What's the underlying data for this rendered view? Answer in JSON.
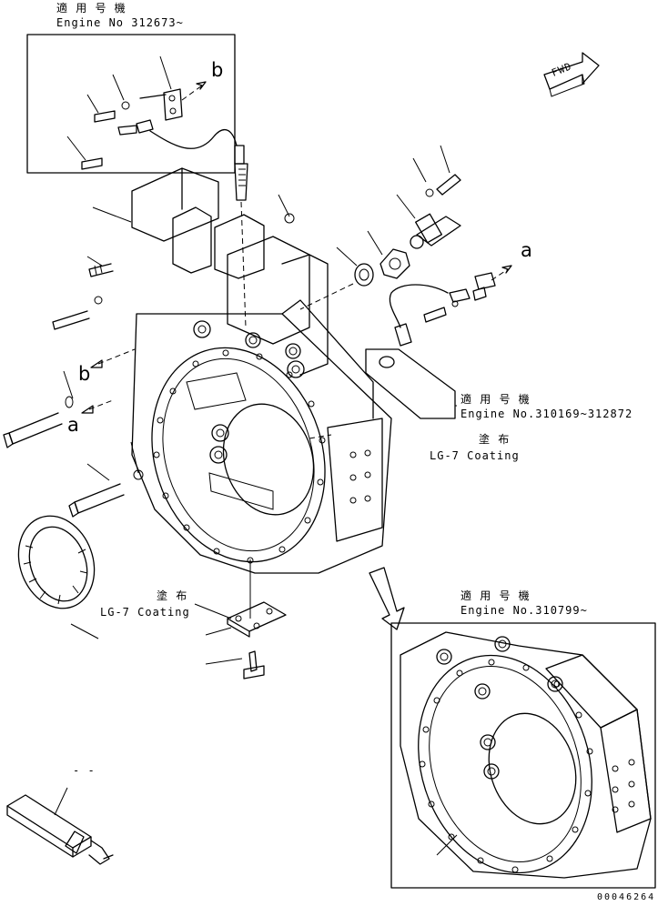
{
  "notes": {
    "top_left": {
      "jp": "適 用 号 機",
      "en": "Engine No 312673~"
    },
    "middle_right": {
      "jp": "適 用 号 機",
      "en": "Engine No.310169~312872"
    },
    "coating_1": {
      "jp": "塗 布",
      "en": "LG-7 Coating"
    },
    "coating_2": {
      "jp": "塗 布",
      "en": "LG-7 Coating"
    },
    "bottom_right": {
      "jp": "適 用 号 機",
      "en": "Engine No.310799~"
    }
  },
  "markers": {
    "b_top": "b",
    "b_left": "b",
    "a_right": "a",
    "a_left": "a"
  },
  "fwd_label": "FWD",
  "small_mark": "- -",
  "drawing_number": "00046264"
}
